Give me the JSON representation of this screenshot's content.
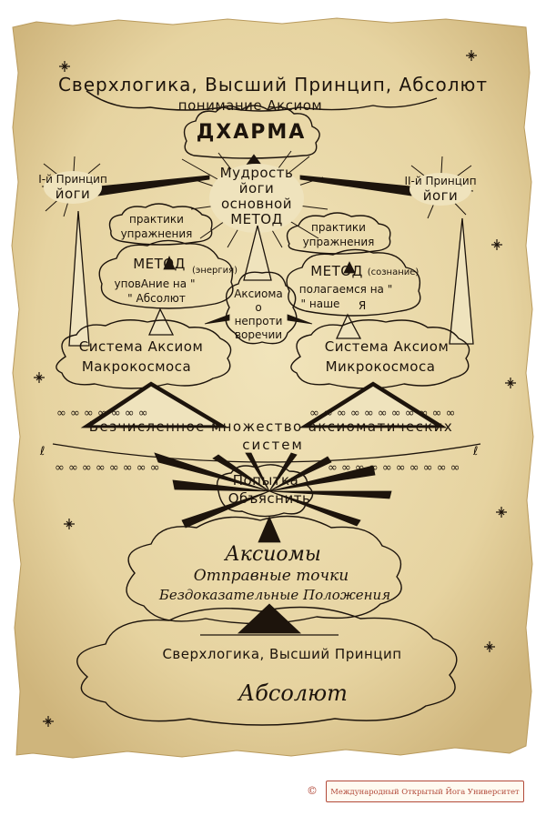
{
  "diagram": {
    "top_title_line1": "Сверхлогика, Высший Принцип, Абсолют",
    "top_title_line2": "понимание Аксиом",
    "dharma": "ДХАРМА",
    "wisdom_line1": "Мудрость",
    "wisdom_line2": "йоги",
    "wisdom_line3": "основной",
    "wisdom_line4": "МЕТОД",
    "first_principle_line1": "I-й Принцип",
    "first_principle_line2": "йоги",
    "second_principle_line1": "II-й Принцип",
    "second_principle_line2": "йоги",
    "practices_left_line1": "практики",
    "practices_left_line2": "упражнения",
    "practices_right_line1": "практики",
    "practices_right_line2": "упражнения",
    "method_left_title": "МЕТОД",
    "method_left_note": "(энергия)",
    "method_left_line1": "уповАние на \"",
    "method_left_line2": "\" Абсолют",
    "method_right_title": "МЕТОД",
    "method_right_note": "(сознание)",
    "method_right_line1": "полагаемся на \"",
    "method_right_line2": "\" наше",
    "method_right_line3": "Я",
    "axiom_center_line1": "Аксиома",
    "axiom_center_line2": "о",
    "axiom_center_line3": "непроти",
    "axiom_center_line4": "воречии",
    "macro_line1": "Система Аксиом",
    "macro_line2": "Макрокосмоса",
    "micro_line1": "Система Аксиом",
    "micro_line2": "Микрокосмоса",
    "infinite_line1": "Безчисленное множество аксиоматических",
    "infinite_line2": "систем",
    "attempt_line1": "Попытка",
    "attempt_line2": "Объяснить",
    "axioms": "Аксиомы",
    "starting_points": "Отправные точки",
    "unprovable": "Бездоказательные Положения",
    "bottom_superlogic": "Сверхлогика, Высший Принцип",
    "absolute": "Абсолют"
  },
  "footer": {
    "copyright": "©",
    "university": "Международный Открытый Йога Университет"
  },
  "colors": {
    "paper": "#e9d9a9",
    "ink": "#1d140c",
    "footer_red": "#b24a3a"
  }
}
